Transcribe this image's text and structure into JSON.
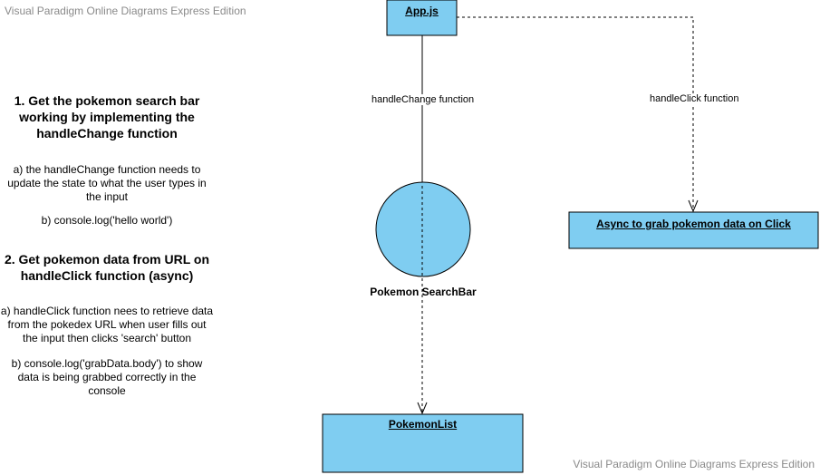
{
  "watermarks": {
    "top": "Visual Paradigm Online Diagrams Express Edition",
    "bottom": "Visual Paradigm Online Diagrams Express Edition"
  },
  "notes": {
    "step1_title": "1. Get the pokemon search bar working by implementing the handleChange function",
    "step1_a": "a) the handleChange function needs to update the state to what the user types in the input",
    "step1_b": "b) console.log('hello world')",
    "step2_title": "2. Get pokemon data from URL on handleClick function (async)",
    "step2_a": "a) handleClick function nees to retrieve data from the pokedex URL when user fills out the input then clicks 'search' button",
    "step2_b": "b) console.log('grabData.body') to show data is being grabbed correctly in the console"
  },
  "nodes": {
    "app": "App.js",
    "searchbar": "Pokemon SearchBar",
    "async": "Async to grab pokemon data on Click",
    "pokemonlist": "PokemonList"
  },
  "edges": {
    "handle_change": "handleChange function",
    "handle_click": "handleClick function"
  },
  "colors": {
    "node_fill": "#7fcdf1",
    "stroke": "#000000",
    "watermark": "#8a8a8a"
  }
}
